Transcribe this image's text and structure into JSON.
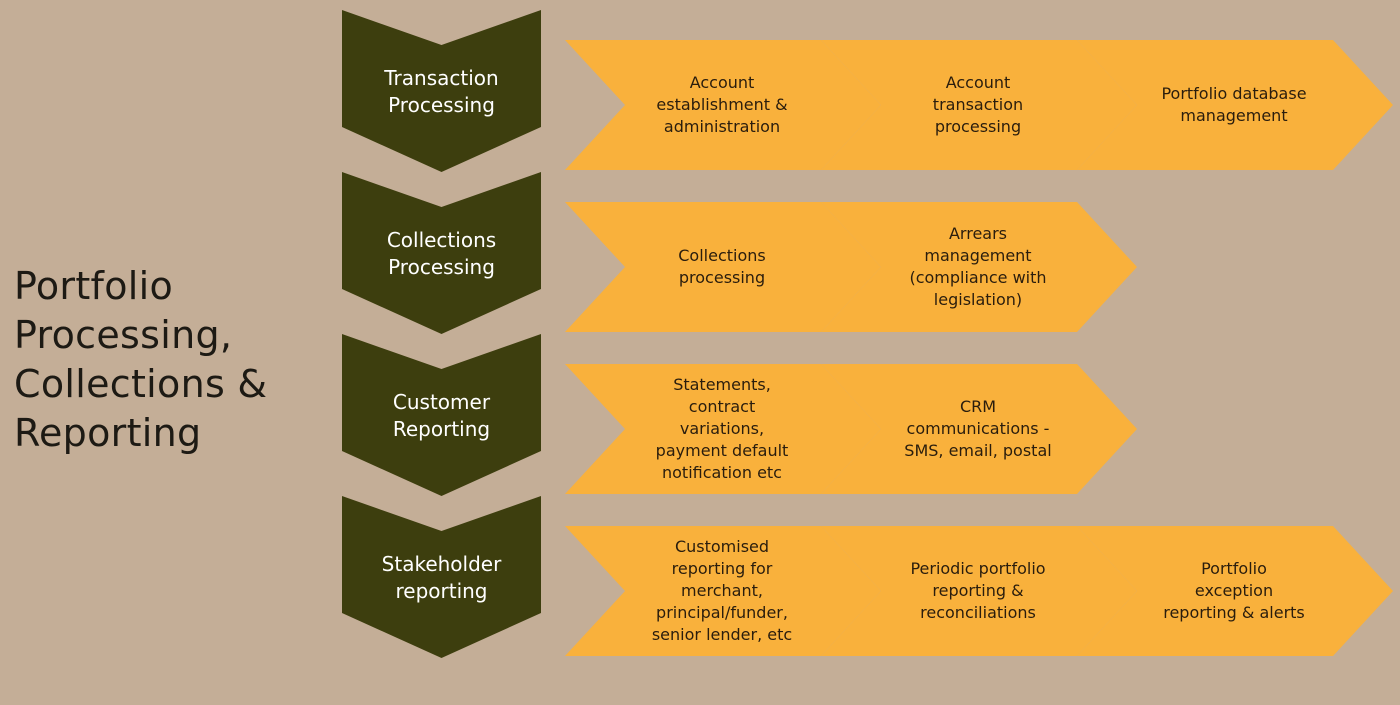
{
  "title": "Portfolio\nProcessing,\nCollections &\nReporting",
  "colors": {
    "background": "#c4ae97",
    "stage_fill": "#3d3e0e",
    "step_fill": "#f9b13c",
    "step_text": "#2a1d0d",
    "stage_text": "#ffffff"
  },
  "stages": [
    {
      "label": "Transaction\nProcessing",
      "steps": [
        "Account\nestablishment &\nadministration",
        "Account\ntransaction\nprocessing",
        "Portfolio database\nmanagement"
      ]
    },
    {
      "label": "Collections\nProcessing",
      "steps": [
        "Collections\nprocessing",
        "Arrears\nmanagement\n(compliance with\nlegislation)"
      ]
    },
    {
      "label": "Customer\nReporting",
      "steps": [
        "Statements,\ncontract\nvariations,\npayment default\nnotification etc",
        "CRM\ncommunications -\nSMS, email, postal"
      ]
    },
    {
      "label": "Stakeholder\nreporting",
      "steps": [
        "Customised\nreporting for\nmerchant,\nprincipal/funder,\nsenior lender, etc",
        "Periodic portfolio\nreporting &\nreconciliations",
        "Portfolio\nexception\nreporting & alerts"
      ]
    }
  ]
}
